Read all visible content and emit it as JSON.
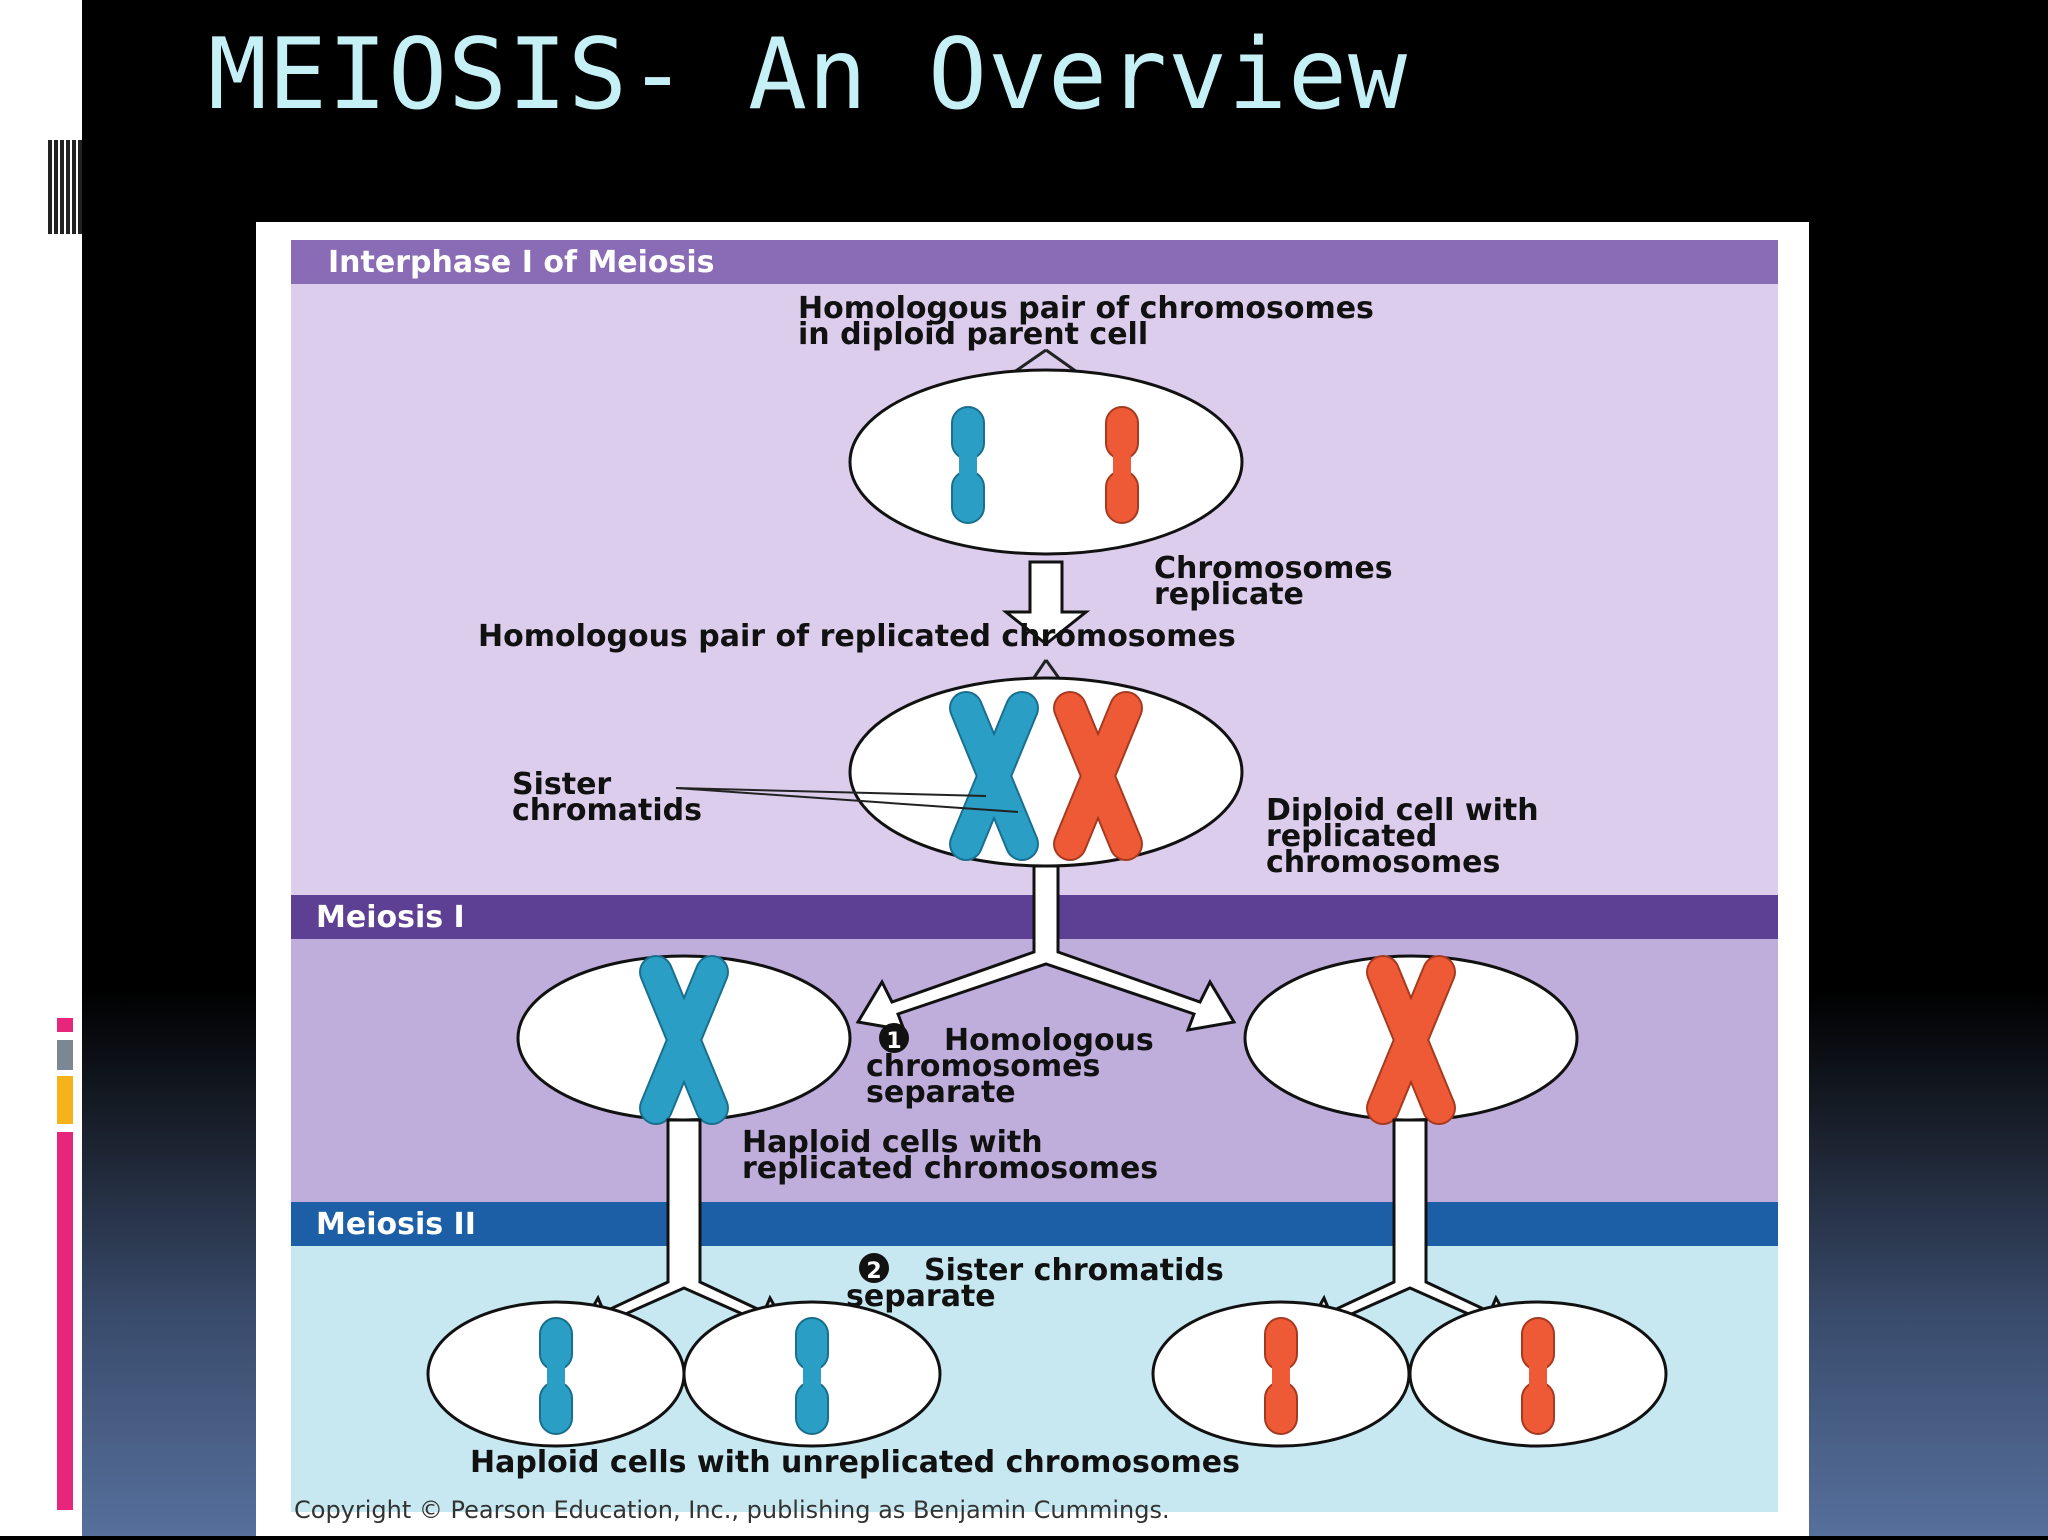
{
  "slide": {
    "title": "MEIOSIS- An Overview"
  },
  "figure": {
    "sections": {
      "interphase": "Interphase I of Meiosis",
      "meiosis1": "Meiosis I",
      "meiosis2": "Meiosis II"
    },
    "labels": {
      "homologous_pair_l1": "Homologous pair of chromosomes",
      "homologous_pair_l2": "in diploid parent cell",
      "replicate_l1": "Chromosomes",
      "replicate_l2": "replicate",
      "homologous_replicated": "Homologous pair of replicated chromosomes",
      "sister_l1": "Sister",
      "sister_l2": "chromatids",
      "diploid_l1": "Diploid cell with",
      "diploid_l2": "replicated",
      "diploid_l3": "chromosomes",
      "step1_l1": "Homologous",
      "step1_l2": "chromosomes",
      "step1_l3": "separate",
      "haploid_rep_l1": "Haploid cells with",
      "haploid_rep_l2": "replicated chromosomes",
      "step2_l1": "Sister chromatids",
      "step2_l2": "separate",
      "haploid_unrep": "Haploid cells with unreplicated chromosomes",
      "copyright": "Copyright © Pearson Education, Inc., publishing as Benjamin Cummings."
    },
    "step_numbers": {
      "one": "1",
      "two": "2"
    },
    "colors": {
      "interphase_bg": "#dccdec",
      "meiosis1_bg": "#bfaedb",
      "meiosis2_bg": "#c7e8f1",
      "header_purple": "#8a6bb5",
      "header_dark_purple": "#5d3f93",
      "header_blue": "#1c5fa6",
      "chromosome_blue": "#2a9ec4",
      "chromosome_red": "#ef5a36"
    },
    "icons": [
      "blue-chromosome",
      "red-chromosome",
      "down-arrow",
      "split-arrow"
    ]
  },
  "accent_bars": [
    "#e8257c",
    "#7d8794",
    "#f6b21b",
    "#e8257c"
  ]
}
